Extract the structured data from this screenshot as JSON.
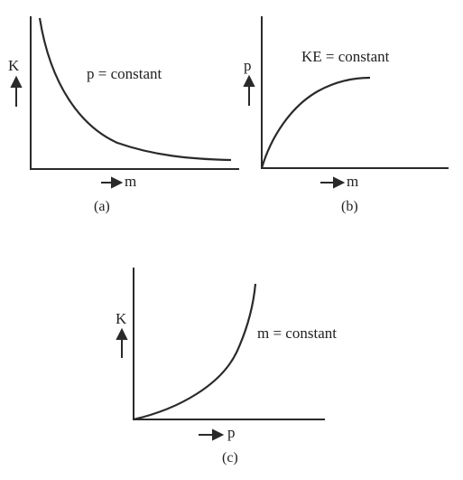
{
  "panels": {
    "a": {
      "y_label": "K",
      "x_label": "m",
      "annotation": "p = constant",
      "caption": "(a)"
    },
    "b": {
      "y_label": "p",
      "x_label": "m",
      "annotation": "KE = constant",
      "caption": "(b)"
    },
    "c": {
      "y_label": "K",
      "x_label": "p",
      "annotation": "m = constant",
      "caption": "(c)"
    }
  },
  "colors": {
    "ink": "#2a2a2a",
    "background": "#ffffff"
  }
}
